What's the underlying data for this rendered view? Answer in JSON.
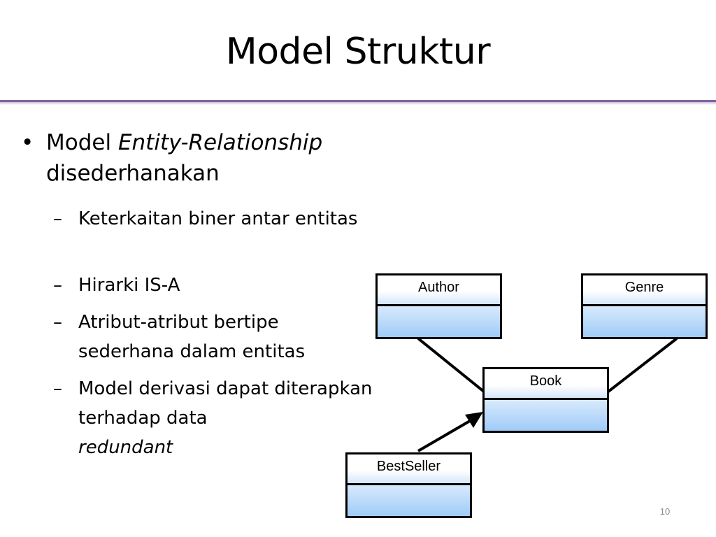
{
  "slide": {
    "title": "Model Struktur",
    "page_number": "10",
    "accent_color": "#8064a2"
  },
  "bullets": {
    "main": {
      "marker": "•",
      "prefix": "Model ",
      "emphasis": "Entity-Relationship",
      "suffix": "disederhanakan"
    },
    "sub_marker": "–",
    "sub": [
      {
        "text": "Keterkaitan biner antar entitas"
      },
      {
        "text": "Hirarki IS-A"
      },
      {
        "text": "Atribut-atribut bertipe sederhana dalam entitas"
      },
      {
        "text": "Model derivasi dapat diterapkan terhadap data",
        "emphasis": "redundant"
      }
    ]
  },
  "diagram": {
    "classes": [
      {
        "name": "Author"
      },
      {
        "name": "Genre"
      },
      {
        "name": "Book"
      },
      {
        "name": "BestSeller"
      }
    ],
    "relations": [
      {
        "from": "Author",
        "to": "Book",
        "type": "association"
      },
      {
        "from": "Genre",
        "to": "Book",
        "type": "association"
      },
      {
        "from": "BestSeller",
        "to": "Book",
        "type": "is-a"
      }
    ],
    "box_fill_color": "#9fcbf8",
    "line_color": "#000000"
  }
}
